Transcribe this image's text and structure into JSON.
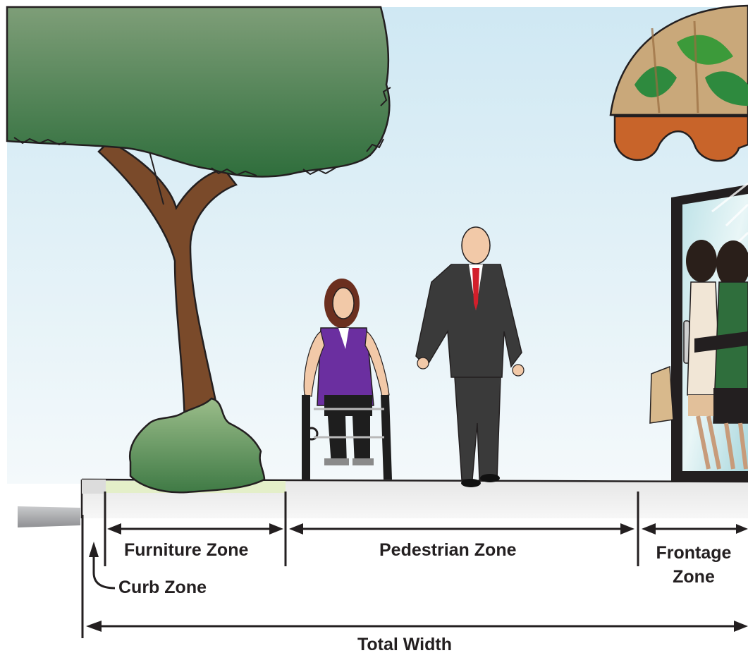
{
  "labels": {
    "furniture_zone": "Furniture Zone",
    "pedestrian_zone": "Pedestrian Zone",
    "frontage_zone_line1": "Frontage",
    "frontage_zone_line2": "Zone",
    "curb_zone": "Curb Zone",
    "total_width": "Total Width"
  },
  "icons": {
    "tree": "tree-icon",
    "shrub": "shrub-icon",
    "awning": "awning-icon",
    "storefront_door": "glass-door-icon",
    "wheelchair_user": "wheelchair-user-icon",
    "pedestrian": "businessman-icon",
    "shoppers": "shoppers-icon"
  },
  "colors": {
    "sky_top": "#cfe8f3",
    "sky_bottom": "#f4f9fb",
    "tree_canopy_top": "#7e9e78",
    "tree_canopy_bottom": "#2f6e3c",
    "trunk": "#7a4a2a",
    "sidewalk": "#eeeeee",
    "furniture_strip": "#e4efc9",
    "awning_orange": "#c8642a",
    "line": "#231f20"
  }
}
